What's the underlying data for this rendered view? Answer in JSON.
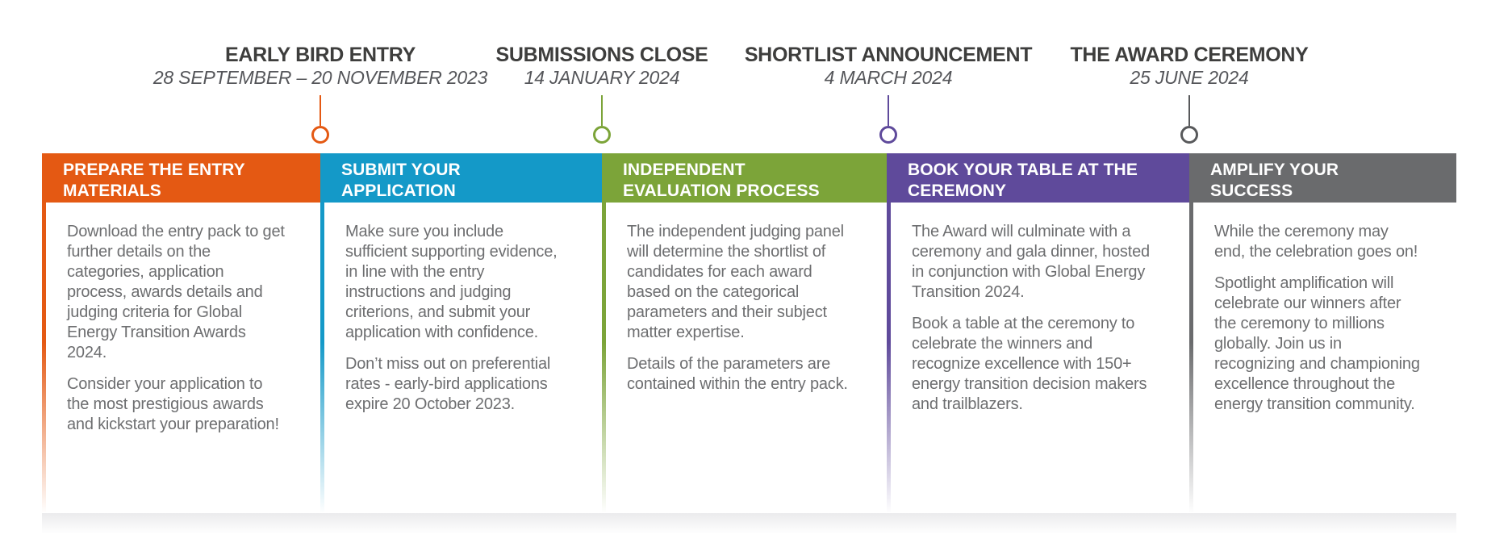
{
  "page": {
    "background_color": "#FFFFFF",
    "title_text_color": "#3E3E3D",
    "date_text_color": "#55565A",
    "body_text_color": "#6D6E70"
  },
  "timeline": {
    "milestones": [
      {
        "title": "EARLY BIRD ENTRY",
        "date": "28 SEPTEMBER – 20 NOVEMBER 2023",
        "accent_color": "#E45913"
      },
      {
        "title": "SUBMISSIONS CLOSE",
        "date": "14 JANUARY 2024",
        "accent_color": "#7CA439"
      },
      {
        "title": "SHORTLIST ANNOUNCEMENT",
        "date": "4 MARCH 2024",
        "accent_color": "#5F4A9B"
      },
      {
        "title": "THE AWARD CEREMONY",
        "date": "25 JUNE 2024",
        "accent_color": "#58595B"
      }
    ]
  },
  "columns": [
    {
      "header_line1": "PREPARE THE ENTRY",
      "header_line2": "MATERIALS",
      "accent_color": "#E45913",
      "paragraph1": "Download the entry pack to get further details on the categories, application process, awards details and judging criteria for Global Energy Transition Awards 2024.",
      "paragraph2": "Consider your application to the most prestigious awards and kickstart your preparation!"
    },
    {
      "header_line1": "SUBMIT YOUR",
      "header_line2": "APPLICATION",
      "accent_color": "#1499C8",
      "paragraph1": "Make sure you include sufficient supporting evidence, in line with the entry instructions and judging criterions, and submit your application with confidence.",
      "paragraph2": "Don’t miss out on preferential rates - early-bird applications expire 20 October 2023."
    },
    {
      "header_line1": "INDEPENDENT",
      "header_line2": "EVALUATION PROCESS",
      "accent_color": "#7CA439",
      "paragraph1": "The independent judging panel will determine the shortlist of candidates for each award based on the categorical parameters and their subject matter expertise.",
      "paragraph2": "Details of the parameters are contained within the entry pack."
    },
    {
      "header_line1": "BOOK YOUR TABLE AT THE",
      "header_line2": "CEREMONY",
      "accent_color": "#5F4A9B",
      "paragraph1": "The Award will culminate with a ceremony and gala dinner, hosted in conjunction with Global Energy Transition 2024.",
      "paragraph2": "Book a table at the ceremony to celebrate the winners and recognize excellence with 150+ energy transition decision makers and trailblazers."
    },
    {
      "header_line1": "AMPLIFY YOUR",
      "header_line2": "SUCCESS",
      "accent_color": "#6A6B6D",
      "paragraph1": "While the ceremony may end, the celebration goes on!",
      "paragraph2": "Spotlight amplification will celebrate our winners after the ceremony to millions globally. Join us in recognizing and championing excellence throughout the energy transition community."
    }
  ]
}
